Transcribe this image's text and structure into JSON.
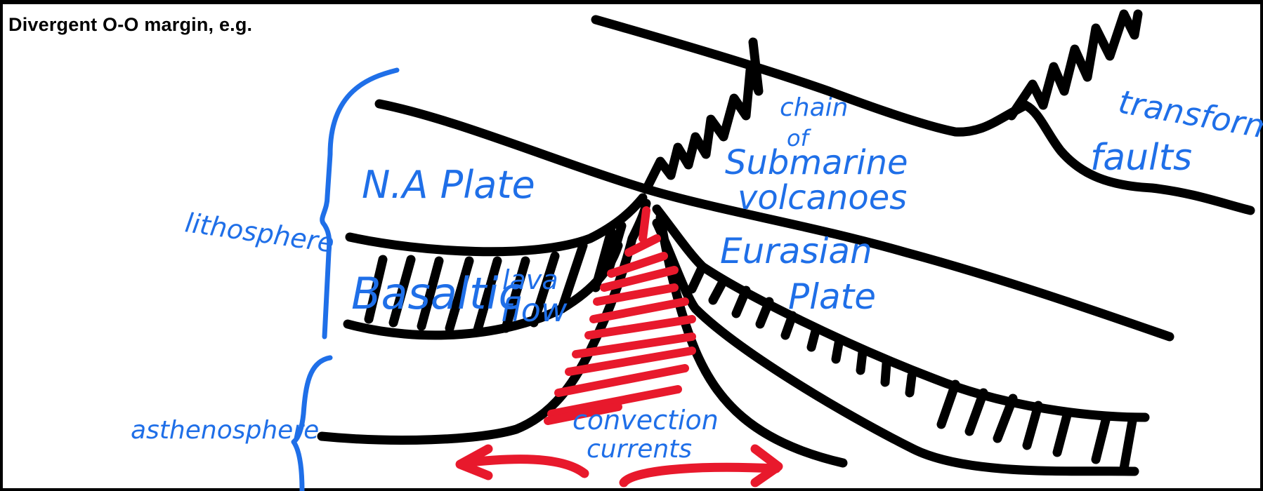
{
  "title": "Divergent O-O margin, e.g.",
  "labels": {
    "lithosphere": "lithosphere",
    "asthenosphere": "asthenosphere",
    "na_plate": "N.A  Plate",
    "eurasian_line1": "Eurasian",
    "eurasian_line2": "Plate",
    "basaltic": "Basaltic",
    "lava": "lava",
    "flow": "flow",
    "chain": "chain",
    "of": "of",
    "submarine": "Submarine",
    "volcanoes": "volcanoes",
    "transform": "transform",
    "faults": "faults",
    "convection": "convection",
    "currents": "currents"
  },
  "colors": {
    "ink": "#000000",
    "blue": "#1f6fe8",
    "red": "#e8192c"
  }
}
